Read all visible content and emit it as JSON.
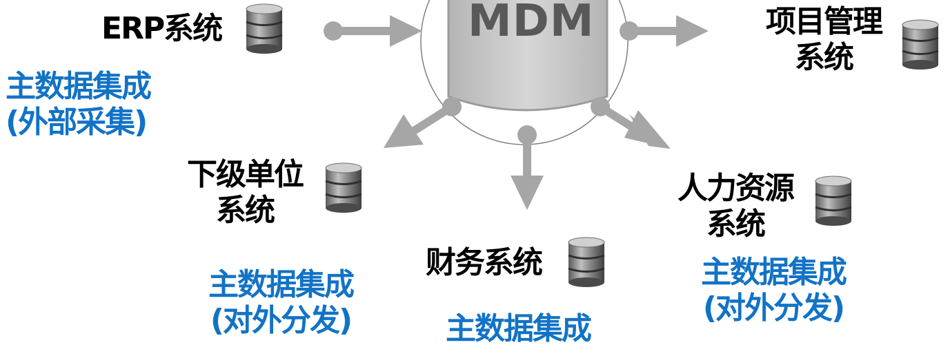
{
  "hub": {
    "label": "MDM"
  },
  "systems": {
    "erp": {
      "label": "ERP系统"
    },
    "project": {
      "line1": "项目管理",
      "line2": "系统"
    },
    "subordinate": {
      "line1": "下级单位",
      "line2": "系统"
    },
    "hr": {
      "line1": "人力资源",
      "line2": "系统"
    },
    "finance": {
      "label": "财务系统"
    }
  },
  "integration_notes": {
    "external_collection": {
      "line1": "主数据集成",
      "line2": "(外部采集)"
    },
    "distribution_left": {
      "line1": "主数据集成",
      "line2": "(对外分发)"
    },
    "distribution_right": {
      "line1": "主数据集成",
      "line2": "(对外分发)"
    },
    "bottom_partial": {
      "line1": "主数据集成"
    }
  },
  "colors": {
    "arrow": "#a6a6a6",
    "hub_fill": "#c8c8c8",
    "accent_blue": "#1273c6"
  }
}
